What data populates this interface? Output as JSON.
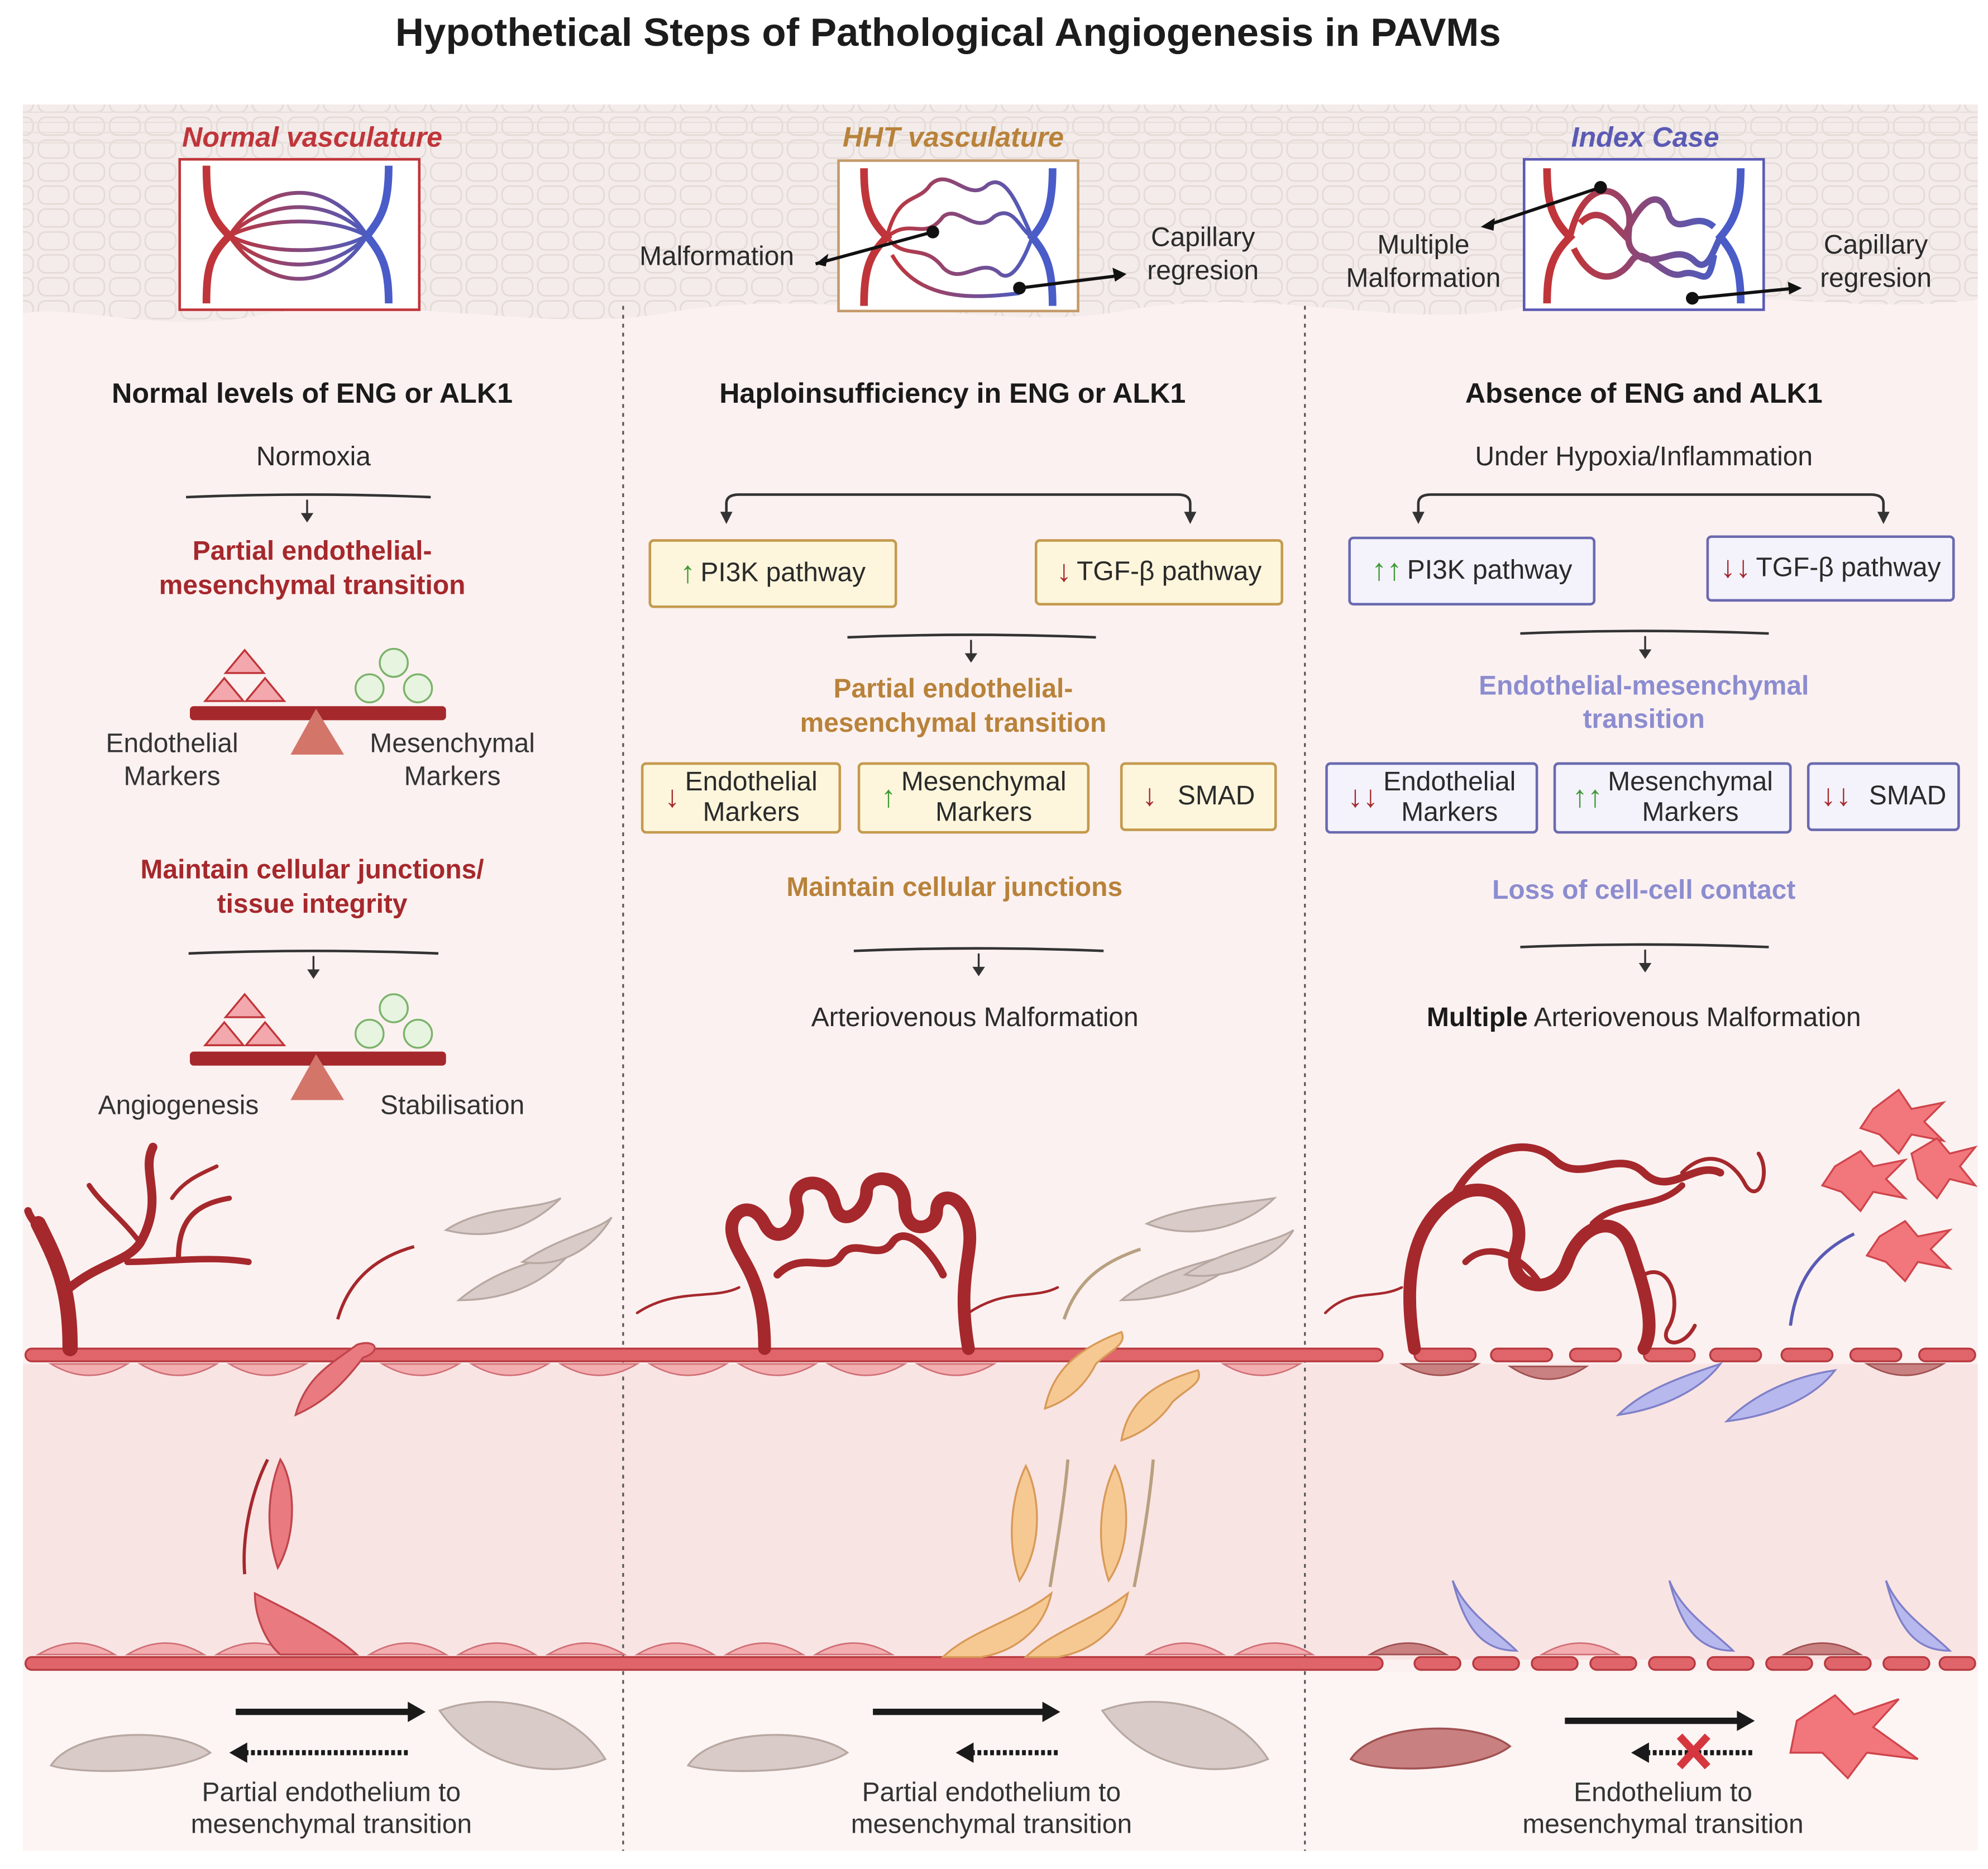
{
  "title": "Hypothetical Steps of Pathological Angiogenesis in PAVMs",
  "colors": {
    "normal": "#c0353a",
    "hht": "#b8823a",
    "index": "#5a5ab5",
    "up_arrow": "#3e9a35",
    "down_arrow": "#a5282c"
  },
  "panels": {
    "normal": {
      "caption": "Normal vasculature",
      "heading": "Normal levels of ENG or ALK1",
      "condition": "Normoxia",
      "emt": "Partial endothelial-\nmesenchymal transition",
      "balance1": {
        "left": "Endothelial\nMarkers",
        "right": "Mesenchymal\nMarkers"
      },
      "junction": "Maintain cellular junctions/\ntissue integrity",
      "balance2": {
        "left": "Angiogenesis",
        "right": "Stabilisation"
      },
      "bottom": "Partial endothelium to\nmesenchymal transition"
    },
    "hht": {
      "caption": "HHT vasculature",
      "label_left": "Malformation",
      "label_right": "Capillary\nregresion",
      "heading": "Haploinsufficiency in ENG or ALK1",
      "pathway_left": "PI3K pathway",
      "pathway_right": "TGF-β pathway",
      "emt": "Partial endothelial-\nmesenchymal transition",
      "markers": [
        "Endothelial\nMarkers",
        "Mesenchymal\nMarkers",
        "SMAD"
      ],
      "junction": "Maintain cellular junctions",
      "outcome": "Arteriovenous Malformation",
      "bottom": "Partial endothelium to\nmesenchymal transition"
    },
    "index": {
      "caption": "Index Case",
      "label_left": "Multiple\nMalformation",
      "label_right": "Capillary\nregresion",
      "heading": "Absence of ENG and ALK1",
      "condition": "Under Hypoxia/Inflammation",
      "pathway_left": "PI3K pathway",
      "pathway_right": "TGF-β pathway",
      "emt": "Endothelial-mesenchymal\ntransition",
      "markers": [
        "Endothelial\nMarkers",
        "Mesenchymal\nMarkers",
        "SMAD"
      ],
      "junction": "Loss of cell-cell contact",
      "outcome_bold": "Multiple",
      "outcome_rest": " Arteriovenous Malformation",
      "bottom": "Endothelium to\nmesenchymal transition"
    }
  }
}
